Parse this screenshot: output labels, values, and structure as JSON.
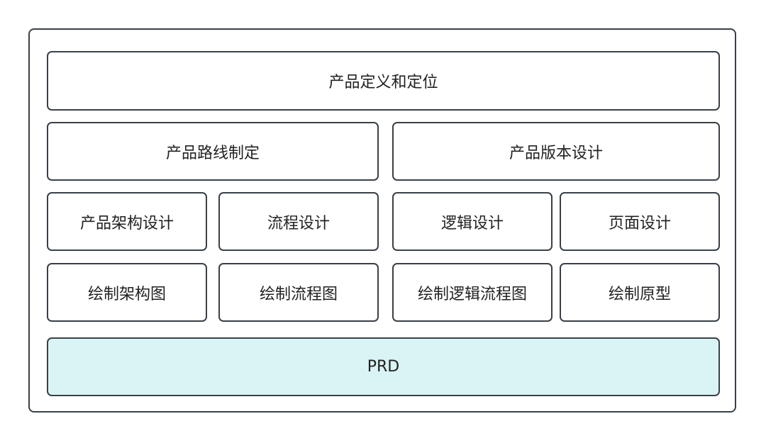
{
  "diagram": {
    "title_box": "产品定义和定位",
    "row2": [
      "产品路线制定",
      "产品版本设计"
    ],
    "row3": [
      "产品架构设计",
      "流程设计",
      "逻辑设计",
      "页面设计"
    ],
    "row4": [
      "绘制架构图",
      "绘制流程图",
      "绘制逻辑流程图",
      "绘制原型"
    ],
    "output": "PRD"
  },
  "colors": {
    "border": "#3a4048",
    "prd_fill": "#d9f4f4"
  }
}
